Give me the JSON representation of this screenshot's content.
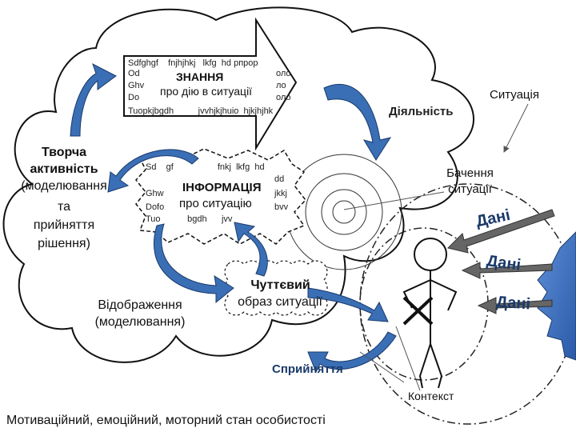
{
  "labels": {
    "knowledge_title": "ЗНАННЯ",
    "knowledge_sub": "про дію в ситуації",
    "activity": "Діяльність",
    "situation": "Ситуація",
    "creative_activity": [
      "Творча",
      "активність",
      "(моделювання",
      "та",
      "прийняття",
      "рішення)"
    ],
    "info_title": "ІНФОРМАЦІЯ",
    "info_sub": "про ситуацію",
    "seeing_situation": [
      "Бачення",
      "ситуації"
    ],
    "dani_1": "Дані",
    "dani_2": "Дані",
    "dani_3": "Дані",
    "sensory_image": [
      "Чуттєвий",
      "образ ситуації"
    ],
    "reflection": [
      "Відображення",
      "(моделювання)"
    ],
    "perception": "Сприйняття",
    "context": "Контекст",
    "footer": "Мотиваційний, емоційний, моторний стан особистості"
  },
  "noise_text": {
    "knowledge": [
      "Sdfghgf    fnjhjhkj   lkfg  hd pпpop",
      "Od",
      "Ghv",
      "Do",
      "Tuopkjbgdh          jvvhjkjhuio  hjkjhjhk"
    ],
    "knowledge_right": [
      "оло",
      "ло",
      "оло"
    ],
    "info": [
      "Sd    gf                  fnkj  lkfg  hd",
      "Ghw",
      "Dofo",
      "Tuo           bgdh      jvv"
    ],
    "info_right": [
      "dd",
      "jkkj",
      "bvv"
    ]
  },
  "colors": {
    "arrow_blue": "#3a6fb5",
    "dark_blue": "#1a3a6a",
    "spark_blue": "#2b57c9"
  }
}
